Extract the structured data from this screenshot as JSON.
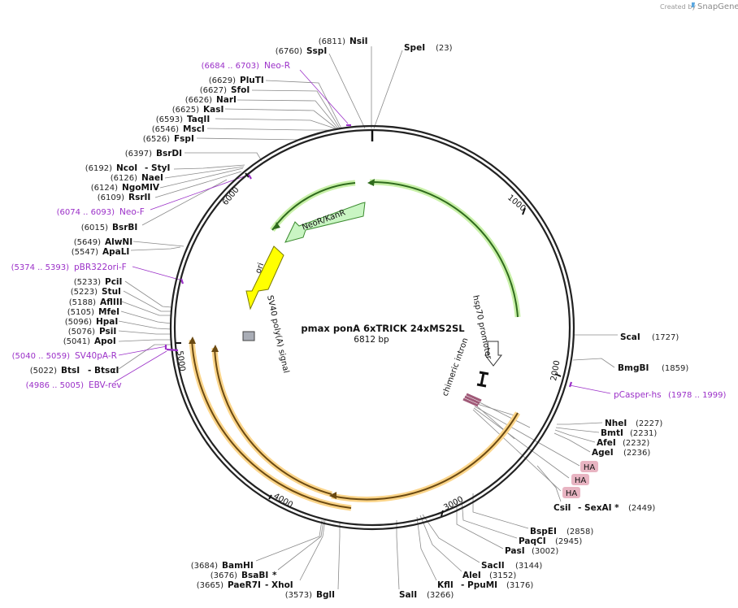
{
  "header": {
    "created_by": "Created by",
    "app_name": "SnapGene"
  },
  "plasmid": {
    "name": "pmax ponA 6xTRICK 24xMS2SL",
    "size": "6812 bp"
  },
  "ticks": [
    "1000",
    "2000",
    "3000",
    "4000",
    "5000",
    "6000"
  ],
  "sites": [
    {
      "pos": "(6811)",
      "name": "NsiI"
    },
    {
      "pos": "(23)",
      "name": "SpeI"
    },
    {
      "pos": "(6760)",
      "name": "SspI"
    },
    {
      "pos": "(6629)",
      "name": "PluTI"
    },
    {
      "pos": "(6627)",
      "name": "SfoI"
    },
    {
      "pos": "(6626)",
      "name": "NarI"
    },
    {
      "pos": "(6625)",
      "name": "KasI"
    },
    {
      "pos": "(6593)",
      "name": "TaqII"
    },
    {
      "pos": "(6546)",
      "name": "MscI"
    },
    {
      "pos": "(6526)",
      "name": "FspI"
    },
    {
      "pos": "(6397)",
      "name": "BsrDI"
    },
    {
      "pos": "(6192)",
      "name": "NcoI",
      "extra": "- StyI"
    },
    {
      "pos": "(6126)",
      "name": "NaeI"
    },
    {
      "pos": "(6124)",
      "name": "NgoMIV"
    },
    {
      "pos": "(6109)",
      "name": "RsrII"
    },
    {
      "pos": "(6015)",
      "name": "BsrBI"
    },
    {
      "pos": "(5649)",
      "name": "AlwNI"
    },
    {
      "pos": "(5547)",
      "name": "ApaLI"
    },
    {
      "pos": "(5233)",
      "name": "PciI"
    },
    {
      "pos": "(5223)",
      "name": "StuI"
    },
    {
      "pos": "(5188)",
      "name": "AflIII"
    },
    {
      "pos": "(5105)",
      "name": "MfeI"
    },
    {
      "pos": "(5096)",
      "name": "HpaI"
    },
    {
      "pos": "(5076)",
      "name": "PsiI"
    },
    {
      "pos": "(5041)",
      "name": "ApoI"
    },
    {
      "pos": "(5022)",
      "name": "BtsI",
      "extra": "- BtsαI"
    },
    {
      "pos": "(1727)",
      "name": "ScaI"
    },
    {
      "pos": "(1859)",
      "name": "BmgBI"
    },
    {
      "pos": "(2227)",
      "name": "NheI"
    },
    {
      "pos": "(2231)",
      "name": "BmtI"
    },
    {
      "pos": "(2232)",
      "name": "AfeI"
    },
    {
      "pos": "(2236)",
      "name": "AgeI"
    },
    {
      "pos": "(2449)",
      "name": "CsiI",
      "extra": "- SexAI *"
    },
    {
      "pos": "(2858)",
      "name": "BspEI"
    },
    {
      "pos": "(2945)",
      "name": "PaqCI"
    },
    {
      "pos": "(3002)",
      "name": "PasI"
    },
    {
      "pos": "(3144)",
      "name": "SacII"
    },
    {
      "pos": "(3152)",
      "name": "AleI"
    },
    {
      "pos": "(3176)",
      "name": "KflI",
      "extra": "- PpuMI"
    },
    {
      "pos": "(3266)",
      "name": "SalI"
    },
    {
      "pos": "(3573)",
      "name": "BglI"
    },
    {
      "pos": "(3665)",
      "name": "PaeR7I",
      "extra": "- XhoI"
    },
    {
      "pos": "(3676)",
      "name": "BsaBI",
      "extra": "*"
    },
    {
      "pos": "(3684)",
      "name": "BamHI"
    }
  ],
  "primers": [
    {
      "range": "(6684 .. 6703)",
      "name": "Neo-R"
    },
    {
      "range": "(6074 .. 6093)",
      "name": "Neo-F"
    },
    {
      "range": "(5374 .. 5393)",
      "name": "pBR322ori-F"
    },
    {
      "range": "(5040 .. 5059)",
      "name": "SV40pA-R"
    },
    {
      "range": "(4986 .. 5005)",
      "name": "EBV-rev"
    },
    {
      "range": "(1978 .. 1999)",
      "name": "pCasper-hs"
    }
  ],
  "features": {
    "neo": "NeoR/KanR",
    "ori": "ori",
    "sv40": "SV40 poly(A) signal",
    "hsp70": "hsp70 promoter",
    "intron": "chimeric intron",
    "ha": "HA"
  },
  "colors": {
    "backbone": "#222222",
    "neo_fill": "#c9f5c3",
    "neo_stroke": "#3a8a2e",
    "ori_fill": "#ffff00",
    "cds_green": "#2f6b1d",
    "cds_green_glow": "#c8f0a8",
    "cds_orange": "#6b4a12",
    "cds_orange_glow": "#fbd58a",
    "primer": "#9b30c8",
    "ha_fill": "#e8b4c2"
  }
}
